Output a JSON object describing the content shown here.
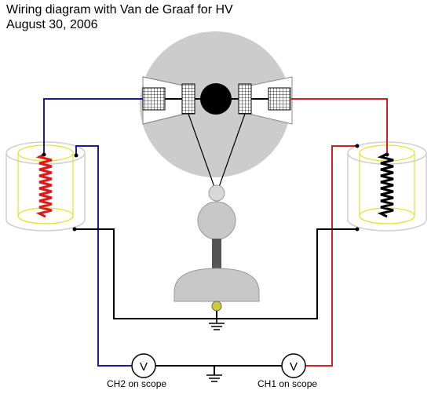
{
  "title": {
    "line1": "Wiring diagram with Van de Graaf for HV",
    "line2": "August 30, 2006"
  },
  "meters": {
    "left": {
      "symbol": "V",
      "label": "CH2 on scope"
    },
    "right": {
      "symbol": "V",
      "label": "CH1 on scope"
    }
  },
  "colors": {
    "wire_black": "#000000",
    "wire_blue": "#1a1a99",
    "wire_red": "#d42020",
    "sphere": "#cccccc",
    "coil_left": "#e01818",
    "coil_right": "#000000",
    "cylinder_rim": "#e6e030",
    "cylinder_glass": "#cfcfcf",
    "ground_node": "#cccc33"
  },
  "icons": [
    "ground-icon",
    "voltmeter-icon",
    "coil-icon",
    "spark-gap-icon"
  ]
}
